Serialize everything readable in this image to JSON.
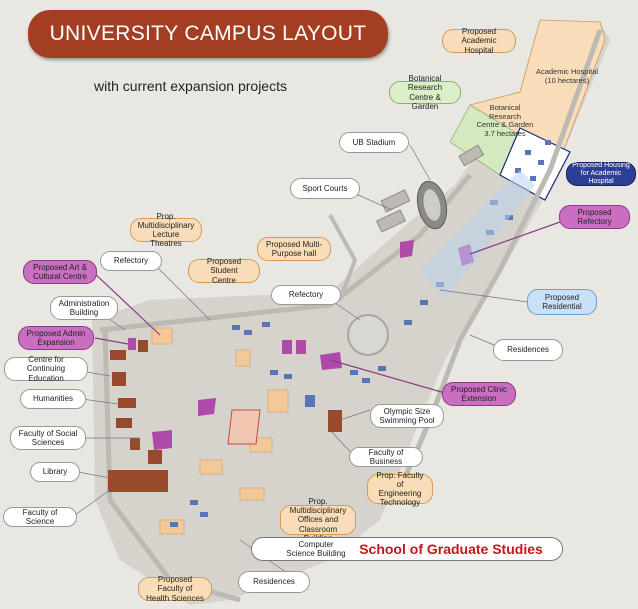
{
  "header": {
    "title": "UNIVERSITY CAMPUS LAYOUT",
    "subtitle": "with current expansion projects"
  },
  "labels": [
    {
      "id": "proposed-academic-hospital",
      "text": "Proposed Academic\nHospital",
      "style": "peach"
    },
    {
      "id": "botanical-research-centre",
      "text": "Botanical Research\nCentre & Garden",
      "style": "green"
    },
    {
      "id": "ub-stadium",
      "text": "UB Stadium",
      "style": "white"
    },
    {
      "id": "proposed-housing",
      "text": "Proposed Housing\nfor Academic Hospital",
      "style": "navy"
    },
    {
      "id": "sport-courts",
      "text": "Sport Courts",
      "style": "white"
    },
    {
      "id": "proposed-refectory",
      "text": "Proposed\nRefectory",
      "style": "purple"
    },
    {
      "id": "prop-multidisciplinary-lecture",
      "text": "Prop. Multidisciplinary\nLecture Theatres",
      "style": "peach"
    },
    {
      "id": "prop-multipurpose-hall",
      "text": "Proposed Multi-\nPurpose hall",
      "style": "peach"
    },
    {
      "id": "refectory-west",
      "text": "Refectory",
      "style": "white"
    },
    {
      "id": "proposed-student-centre",
      "text": "Proposed Student\nCentre",
      "style": "peach"
    },
    {
      "id": "proposed-art-centre",
      "text": "Proposed Art &\nCultural Centre",
      "style": "purple"
    },
    {
      "id": "refectory-central",
      "text": "Refectory",
      "style": "white"
    },
    {
      "id": "proposed-residential",
      "text": "Proposed\nResidential",
      "style": "blue"
    },
    {
      "id": "administration-building",
      "text": "Administration\nBuilding",
      "style": "white"
    },
    {
      "id": "proposed-admin-expansion",
      "text": "Proposed Admin\nExpansion",
      "style": "purple"
    },
    {
      "id": "residences-east",
      "text": "Residences",
      "style": "white"
    },
    {
      "id": "centre-continuing-education",
      "text": "Centre for Continuing\nEducation",
      "style": "white"
    },
    {
      "id": "proposed-clinic-extension",
      "text": "Proposed Clinic\nExtension",
      "style": "purple"
    },
    {
      "id": "humanities",
      "text": "Humanities",
      "style": "white"
    },
    {
      "id": "olympic-pool",
      "text": "Olympic Size\nSwimming Pool",
      "style": "white"
    },
    {
      "id": "faculty-social-sciences",
      "text": "Faculty of Social\nSciences",
      "style": "white"
    },
    {
      "id": "faculty-business",
      "text": "Faculty of Business",
      "style": "white"
    },
    {
      "id": "library",
      "text": "Library",
      "style": "white"
    },
    {
      "id": "prop-faculty-engineering",
      "text": "Prop. Faculty of\nEngineering\nTechnology",
      "style": "peach"
    },
    {
      "id": "faculty-science",
      "text": "Faculty of Science",
      "style": "white"
    },
    {
      "id": "prop-multidisciplinary-offices",
      "text": "Prop. Multidisciplinary\nOffices and\nClassroom Building",
      "style": "peach"
    },
    {
      "id": "proposed-faculty-health",
      "text": "Proposed Faculty of\nHealth Sciences",
      "style": "peach"
    },
    {
      "id": "residences-south",
      "text": "Residences",
      "style": "white"
    }
  ],
  "map_text": {
    "academic_hospital": "Academic Hospital\n(10 hectares)",
    "botanical_area": "Botanical\nResearch\nCentre & Garden\n3.7 hectares"
  },
  "footer": {
    "computer_science": "Computer\nScience Building",
    "graduate_studies": "School of Graduate Studies"
  },
  "colors": {
    "title_bg": "#a43e22",
    "building_brown": "#9a4a2c",
    "building_blue": "#5a74b8",
    "proposed_purple": "#b04aa8",
    "hospital_area": "#f9ddb8",
    "botanical_area": "#d4e9bf",
    "road": "#c9c7c2"
  }
}
